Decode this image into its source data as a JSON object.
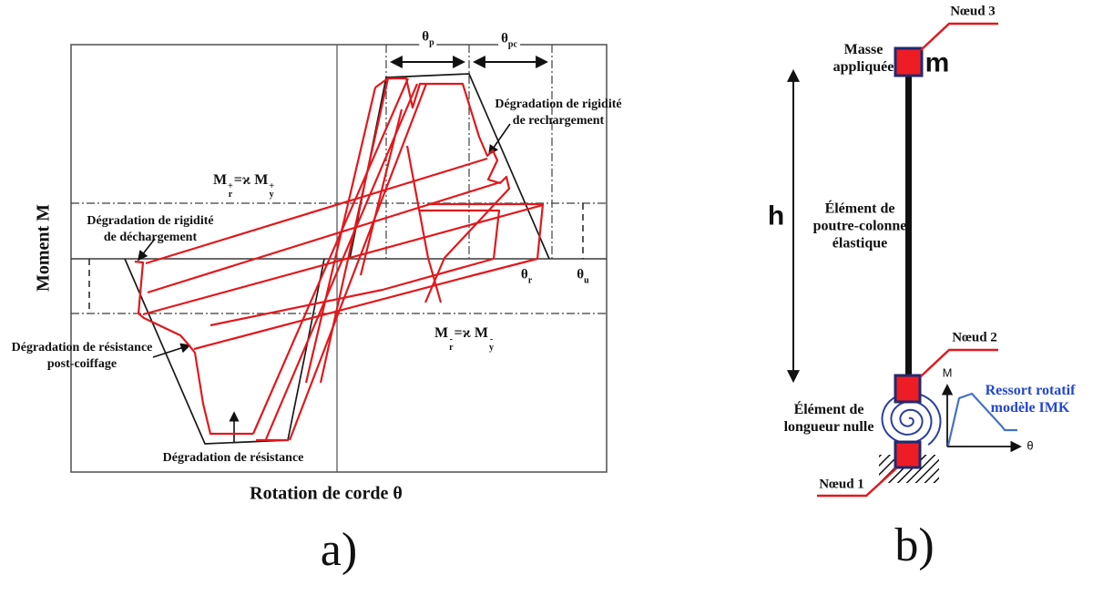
{
  "figure_a": {
    "label": "a)",
    "y_axis_label": "Moment M",
    "x_axis_label": "Rotation de corde θ",
    "theta_p": {
      "sym": "θ",
      "sub": "p"
    },
    "theta_pc": {
      "sym": "θ",
      "sub": "pc"
    },
    "theta_r": {
      "sym": "θ",
      "sub": "r"
    },
    "theta_u": {
      "sym": "θ",
      "sub": "u"
    },
    "formula_pos": {
      "m": "M",
      "sup": "+",
      "sub": "r",
      "eq": "=",
      "kappa": "ϰ",
      "m2": "M",
      "sup2": "+",
      "sub2": "y"
    },
    "formula_neg": {
      "m": "M",
      "sup": "-",
      "sub": "r",
      "eq": "=",
      "kappa": "ϰ",
      "m2": "M",
      "sup2": "-",
      "sub2": "y"
    },
    "annotations": {
      "reload": [
        "Dégradation de rigidité",
        "de rechargement"
      ],
      "unload": [
        "Dégradation de rigidité",
        "de déchargement"
      ],
      "postcap": [
        "Dégradation de résistance",
        "post-coiffage"
      ],
      "strength": "Dégradation de résistance"
    }
  },
  "figure_b": {
    "label": "b)",
    "node3": "Nœud 3",
    "node2": "Nœud 2",
    "node1": "Nœud 1",
    "mass_label": [
      "Masse",
      "appliquée"
    ],
    "mass_symbol": "m",
    "height_symbol": "h",
    "beam_label": [
      "Élément de",
      "poutre-colonne",
      "élastique"
    ],
    "zero_length_label": [
      "Élément de",
      "longueur nulle"
    ],
    "spring_label": [
      "Ressort rotatif",
      "modèle IMK"
    ],
    "inset_axes": {
      "y": "M",
      "x": "θ"
    }
  },
  "colors": {
    "curve_red": "#e2181d",
    "backbone_black": "#1a1a1a",
    "node_fill": "#ee1c25",
    "node_border": "#1f2a6e",
    "spiral_blue": "#2b3f9e",
    "imk_curve_blue": "#4472c8",
    "imk_text_blue": "#2247d0"
  }
}
